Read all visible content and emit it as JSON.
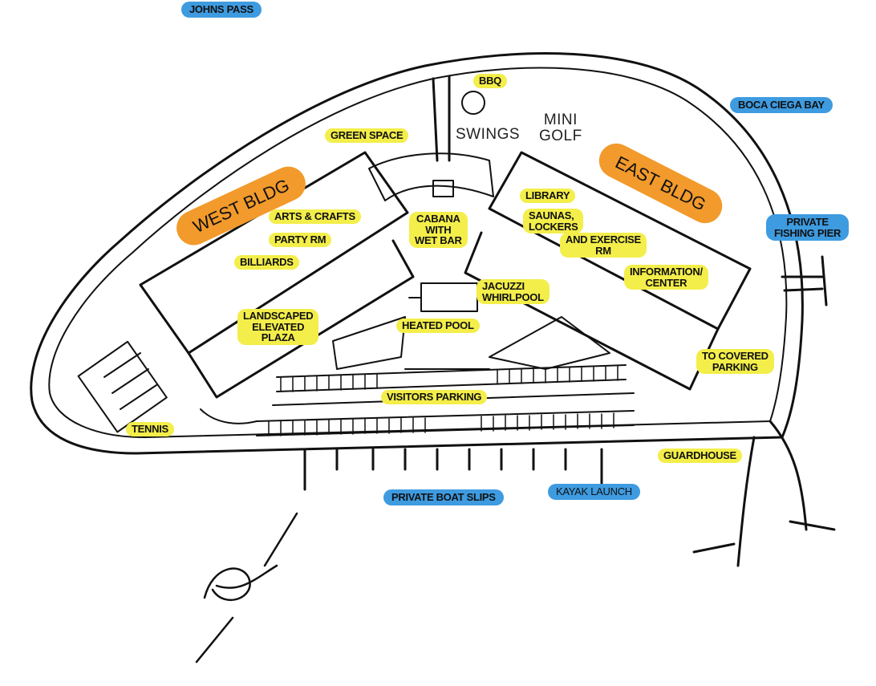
{
  "labels": {
    "johns_pass": "JOHNS PASS",
    "boca_ciega_bay": "BOCA CIEGA BAY",
    "bbq": "BBQ",
    "swings": "SWINGS",
    "mini_golf": "MINI\nGOLF",
    "green_space": "GREEN SPACE",
    "west_bldg": "WEST BLDG",
    "east_bldg": "EAST BLDG",
    "arts_crafts": "ARTS & CRAFTS",
    "party_rm": "PARTY RM",
    "billiards": "BILLIARDS",
    "cabana": "CABANA\nWITH\nWET BAR",
    "library": "LIBRARY",
    "saunas": "SAUNAS,\nLOCKERS",
    "exercise": "AND EXERCISE\nRM",
    "information_center": "INFORMATION/\nCENTER",
    "private_fishing_pier": "PRIVATE\nFISHING PIER",
    "jacuzzi": "JACUZZI\nWHIRLPOOL",
    "heated_pool": "HEATED POOL",
    "landscaped_plaza": "LANDSCAPED\nELEVATED\nPLAZA",
    "to_covered_parking": "TO COVERED\nPARKING",
    "visitors_parking": "VISITORS PARKING",
    "tennis": "TENNIS",
    "guardhouse": "GUARDHOUSE",
    "private_boat_slips": "PRIVATE BOAT SLIPS",
    "kayak_launch": "KAYAK LAUNCH"
  },
  "colors": {
    "building_highlight": "#f29a2b",
    "amenity_highlight": "#f3ee4a",
    "water_highlight": "#3e9be0",
    "line": "#111111"
  },
  "icons": {
    "north_arrow": "north-arrow-icon"
  }
}
